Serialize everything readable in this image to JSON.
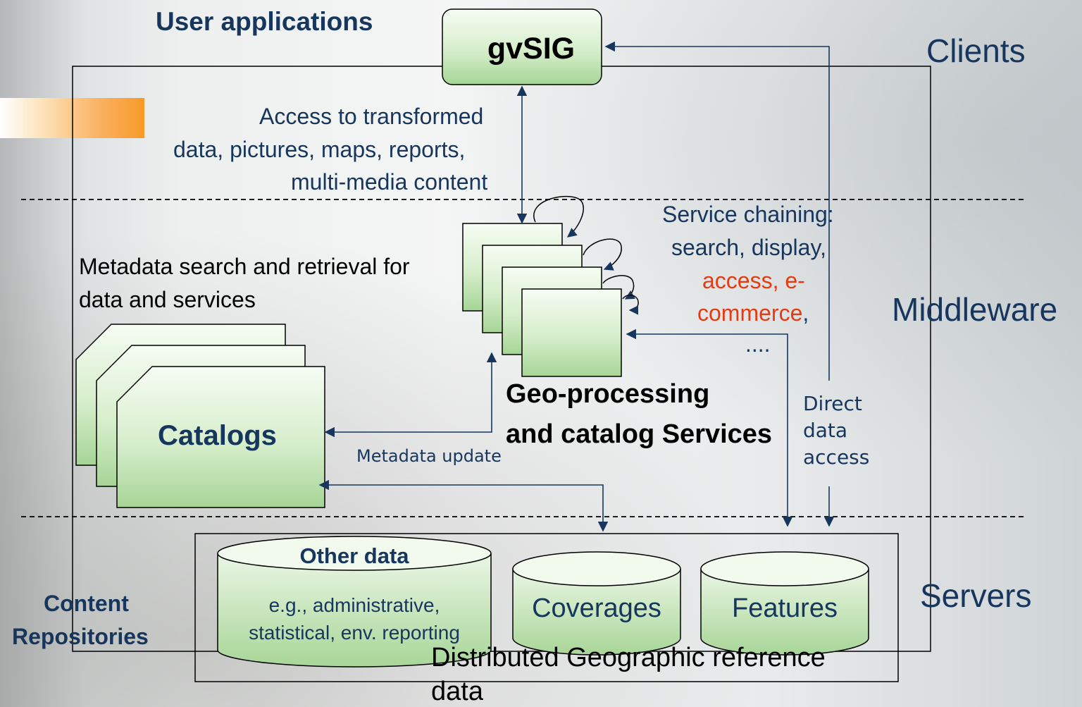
{
  "labels": {
    "user_applications": "User applications",
    "gvsig": "gvSIG",
    "clients": "Clients",
    "middleware": "Middleware",
    "servers": "Servers",
    "access_transformed_1": "Access to transformed",
    "access_transformed_2": "data, pictures, maps, reports,",
    "access_transformed_3": "multi-media content",
    "metadata_search_1": "Metadata search and retrieval for",
    "metadata_search_2": "data and services",
    "service_chaining_1": "Service chaining:",
    "service_chaining_2": "search, display,",
    "service_chaining_3a": "access, e-",
    "service_chaining_4a": "commerce",
    "service_chaining_4b": ",",
    "service_chaining_5": "....",
    "catalogs": "Catalogs",
    "geo_processing_1": "Geo-processing",
    "geo_processing_2": "and catalog Services",
    "metadata_update": "Metadata update",
    "direct_1": "Direct",
    "direct_2": "data",
    "direct_3": "access",
    "other_data": "Other data",
    "other_data_desc_1": "e.g., administrative,",
    "other_data_desc_2": "statistical, env. reporting",
    "coverages": "Coverages",
    "features": "Features",
    "content_1": "Content",
    "content_2": "Repositories",
    "distributed_1": "Distributed Geographic reference",
    "distributed_2": "data"
  },
  "colors": {
    "navy": "#17365d",
    "accent_red": "#e63b12",
    "green_fill_light": "#f4fbf0",
    "green_fill_dark": "#a9d79a",
    "orange_accent": "#f79a28"
  }
}
